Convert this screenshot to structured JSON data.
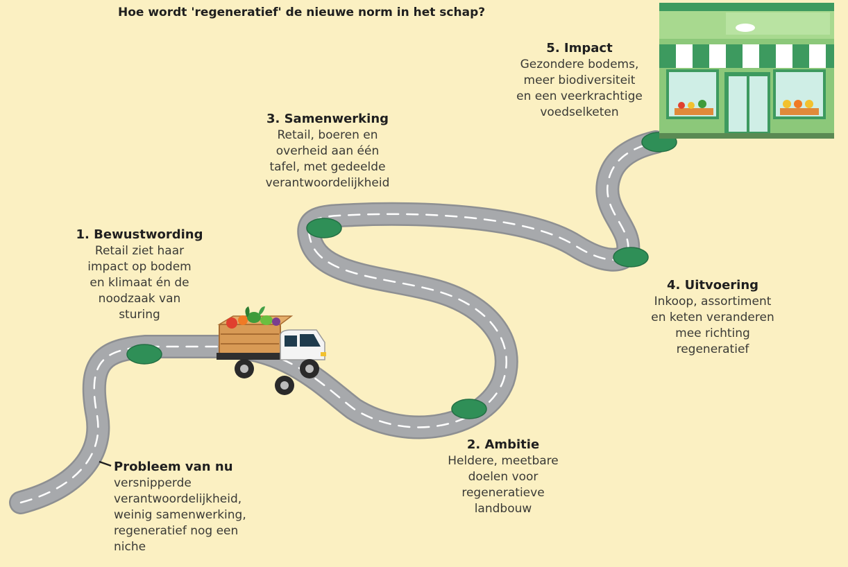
{
  "title": "Hoe wordt 'regeneratief' de nieuwe norm in het schap?",
  "steps": [
    {
      "id": "problem",
      "heading": "Probleem van nu",
      "lines": [
        "versnipperde",
        "verantwoordelijkheid,",
        "weinig samenwerking,",
        "regeneratief nog een",
        "niche"
      ]
    },
    {
      "id": "step1",
      "heading": "1. Bewustwording",
      "lines": [
        "Retail ziet haar",
        "impact op bodem",
        "en klimaat én de",
        "noodzaak van",
        "sturing"
      ]
    },
    {
      "id": "step2",
      "heading": "2. Ambitie",
      "lines": [
        "Heldere, meetbare",
        "doelen voor",
        "regeneratieve",
        "landbouw"
      ]
    },
    {
      "id": "step3",
      "heading": "3. Samenwerking",
      "lines": [
        "Retail, boeren en",
        "overheid aan één",
        "tafel, met gedeelde",
        "verantwoordelijkheid"
      ]
    },
    {
      "id": "step4",
      "heading": "4. Uitvoering",
      "lines": [
        "Inkoop, assortiment",
        "en keten veranderen",
        "mee richting",
        "regeneratief"
      ]
    },
    {
      "id": "step5",
      "heading": "5. Impact",
      "lines": [
        "Gezondere bodems,",
        "meer biodiversiteit",
        "en een veerkrachtige",
        "voedselketen"
      ]
    }
  ],
  "colors": {
    "background": "#fbf0c2",
    "road": "#a7a9ac",
    "road_edge": "#8d8f92",
    "lane_marking": "#ffffff",
    "milestone": "#2f8f57",
    "store_green": "#8cc87a",
    "store_dark": "#3d9a5f"
  },
  "icons": {
    "vehicle": "vegetable-truck-icon",
    "destination": "grocery-store-icon"
  }
}
